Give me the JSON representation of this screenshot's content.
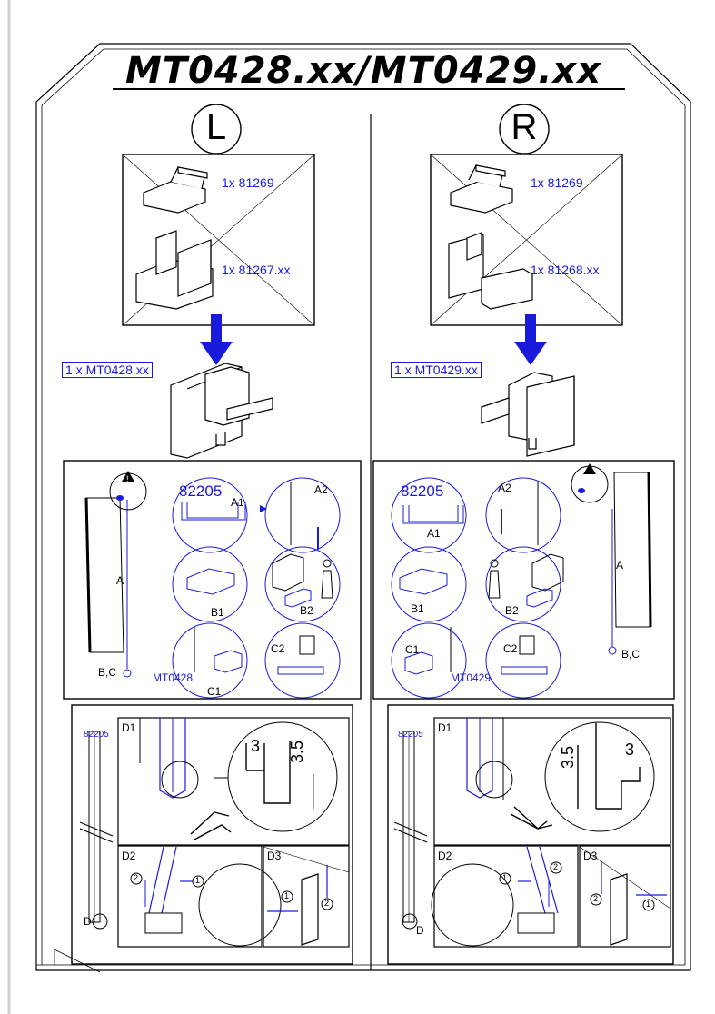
{
  "title": "MT0428.xx/MT0429.xx",
  "colors": {
    "accent": "#1a1adb",
    "ink": "#000000"
  },
  "left": {
    "side_letter": "L",
    "parts": [
      {
        "label": "1x 81269"
      },
      {
        "label": "1x 81267.xx"
      }
    ],
    "assembly_label": "1 x MT0428.xx",
    "step_icons": [
      "warning-icon",
      "spray-icon",
      "key-icon"
    ],
    "steps": {
      "panel_letter": "A",
      "panel_bottom": "B,C",
      "a1_profile": "82205",
      "a1": "A1",
      "a2": "A2",
      "b1": "B1",
      "b2": "B2",
      "c1_part": "MT0428",
      "c1": "C1",
      "c2": "C2"
    },
    "detail": {
      "profile": "82205",
      "d1": "D1",
      "dim_small": "3",
      "dim_large": "3.5",
      "d2": "D2",
      "d3": "D3",
      "d_label": "D",
      "step1": "1",
      "step2": "2"
    }
  },
  "right": {
    "side_letter": "R",
    "parts": [
      {
        "label": "1x 81269"
      },
      {
        "label": "1x 81268.xx"
      }
    ],
    "assembly_label": "1 x MT0429.xx",
    "step_icons": [
      "warning-icon",
      "spray-icon",
      "key-icon"
    ],
    "steps": {
      "panel_letter": "A",
      "panel_bottom": "B,C",
      "a1_profile": "82205",
      "a1": "A1",
      "a2": "A2",
      "b1": "B1",
      "b2": "B2",
      "c1_part": "MT0429",
      "c1": "C1",
      "c2": "C2"
    },
    "detail": {
      "profile": "82205",
      "d1": "D1",
      "dim_small": "3",
      "dim_large": "3.5",
      "d2": "D2",
      "d3": "D3",
      "d_label": "D",
      "step1": "1",
      "step2": "2"
    }
  }
}
